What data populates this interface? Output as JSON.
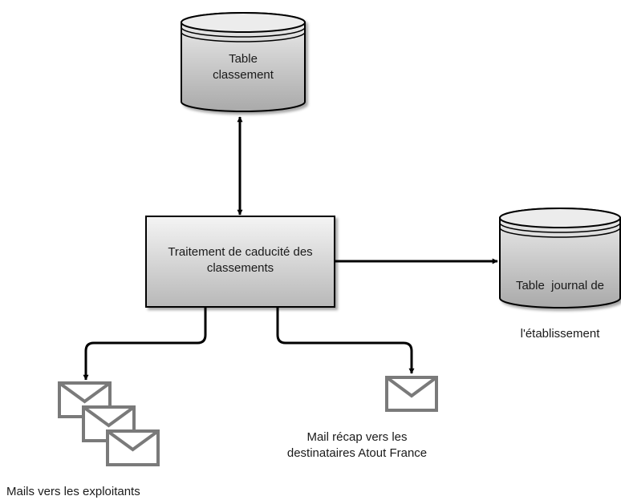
{
  "nodes": {
    "table_classement": {
      "lines": [
        "Table",
        "classement"
      ]
    },
    "process": {
      "lines": [
        "Traitement de caducité des",
        "classements"
      ]
    },
    "table_journal": {
      "lines": [
        "Table  journal de",
        "l'établissement"
      ]
    },
    "mail_exploitants": {
      "label": "Mails vers les exploitants"
    },
    "mail_recap": {
      "lines": [
        "Mail récap vers les",
        "destinataires Atout France"
      ]
    }
  },
  "icons": {
    "database": "database-icon",
    "envelope": "envelope-icon"
  },
  "colors": {
    "stroke": "#000000",
    "shape_fill_light": "#f4f4f4",
    "shape_fill_dark": "#b8b8b8",
    "envelope_stroke": "#7a7a7a"
  }
}
